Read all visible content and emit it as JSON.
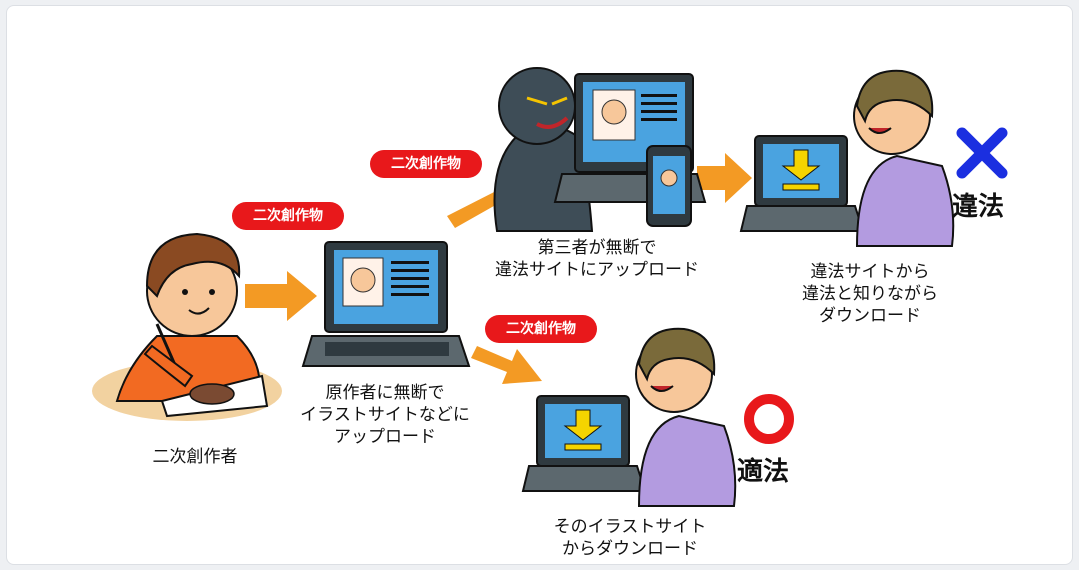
{
  "labels": {
    "creator": "二次創作者",
    "upload": "原作者に無断で\nイラストサイトなどに\nアップロード",
    "third_party": "第三者が無断で\n違法サイトにアップロード",
    "illegal_download": "違法サイトから\n違法と知りながら\nダウンロード",
    "legal_download": "そのイラストサイト\nからダウンロード"
  },
  "pills": {
    "p1": "二次創作物",
    "p2": "二次創作物",
    "p3": "二次創作物"
  },
  "status": {
    "illegal": "違法",
    "legal": "適法"
  },
  "colors": {
    "arrow": "#f39a24",
    "pill": "#e8181b",
    "cross": "#1b2fe0",
    "circle": "#e8181b",
    "dark_figure": "#3e4d57",
    "shirt_orange": "#f26a22",
    "shirt_purple": "#b39be0",
    "screen_blue": "#4aa3e0"
  },
  "icons": {
    "cross": "cross-icon",
    "circle": "circle-icon",
    "download": "download-arrow-icon"
  }
}
